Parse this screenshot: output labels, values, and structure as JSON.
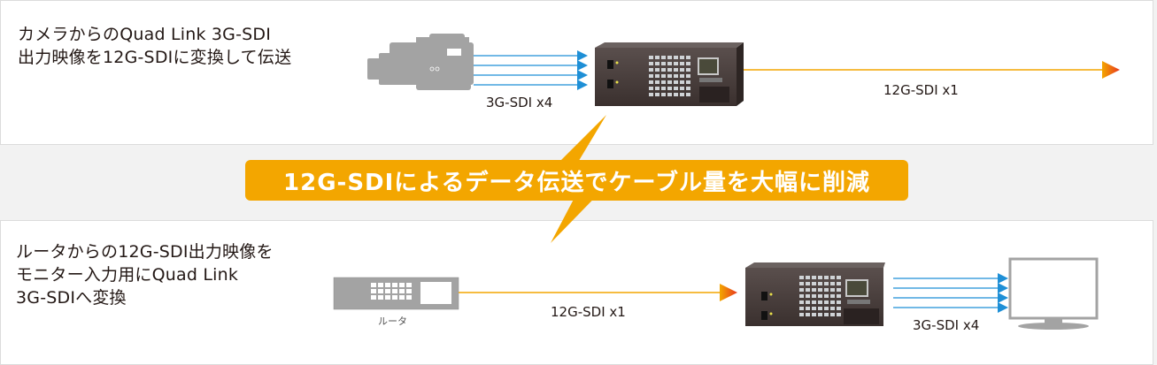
{
  "colors": {
    "accent_orange": "#f3a600",
    "arrow_red": "#e8381f",
    "signal_blue": "#1e8fd6",
    "device_gray": "#a3a3a3",
    "panel_border": "#dcdcdc"
  },
  "top_scenario": {
    "description_lines": [
      "カメラからのQuad Link 3G-SDI",
      "出力映像を12G-SDIに変換して伝送"
    ],
    "source_device": "camera-icon",
    "input_label": "3G-SDI x4",
    "converter_device": "converter-unit",
    "output_label": "12G-SDI x1"
  },
  "banner": {
    "text": "12G-SDIによるデータ伝送でケーブル量を大幅に削減"
  },
  "bottom_scenario": {
    "description_lines": [
      "ルータからの12G-SDI出力映像を",
      "モニター入力用にQuad Link",
      "3G-SDIへ変換"
    ],
    "source_device_label": "ルータ",
    "input_label": "12G-SDI x1",
    "converter_device": "converter-unit",
    "output_label": "3G-SDI x4",
    "target_device": "monitor-icon"
  }
}
